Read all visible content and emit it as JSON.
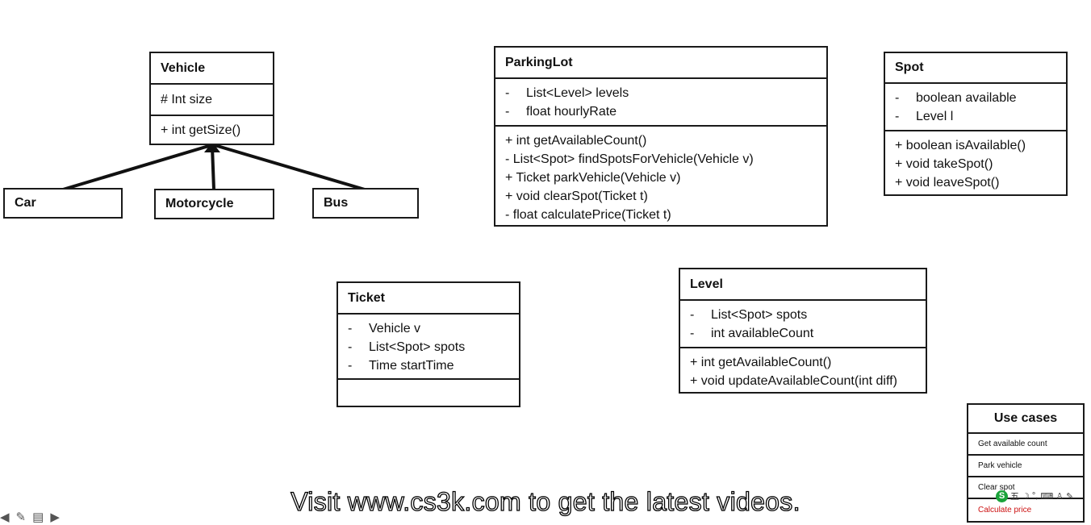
{
  "vehicle": {
    "name": "Vehicle",
    "attributes": [
      "# Int size"
    ],
    "methods": [
      "+ int getSize()"
    ]
  },
  "subclasses": {
    "car": "Car",
    "motorcycle": "Motorcycle",
    "bus": "Bus"
  },
  "parking_lot": {
    "name": "ParkingLot",
    "attributes": [
      "List<Level> levels",
      "float hourlyRate"
    ],
    "methods": [
      "+ int getAvailableCount()",
      "- List<Spot> findSpotsForVehicle(Vehicle v)",
      "+ Ticket parkVehicle(Vehicle v)",
      "+ void clearSpot(Ticket t)",
      "- float calculatePrice(Ticket t)"
    ]
  },
  "spot": {
    "name": "Spot",
    "attributes": [
      "boolean available",
      "Level l"
    ],
    "methods": [
      "+ boolean isAvailable()",
      "+ void takeSpot()",
      "+ void leaveSpot()"
    ]
  },
  "ticket": {
    "name": "Ticket",
    "attributes": [
      "Vehicle v",
      "List<Spot> spots",
      "Time startTime"
    ],
    "methods": []
  },
  "level": {
    "name": "Level",
    "attributes": [
      "List<Spot> spots",
      "int availableCount"
    ],
    "methods": [
      "+ int getAvailableCount()",
      "+ void updateAvailableCount(int diff)"
    ]
  },
  "use_cases": {
    "title": "Use cases",
    "items": [
      "Get available count",
      "Park vehicle",
      "Clear spot",
      "Calculate price"
    ],
    "highlight_color": "#cc1111"
  },
  "attribute_marker": "-",
  "subtitle": "Visit www.cs3k.com to get the latest videos.",
  "toolbar_icons": [
    "arrow-left-icon",
    "pen-icon",
    "comment-icon",
    "arrow-right-icon"
  ]
}
